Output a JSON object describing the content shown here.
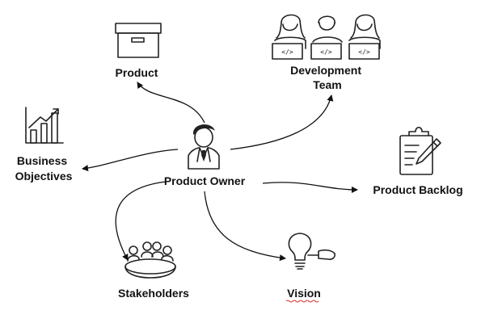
{
  "center": {
    "label": "Product Owner",
    "icon": "businessman-icon"
  },
  "nodes": [
    {
      "id": "product",
      "label_lines": [
        "Product"
      ],
      "icon": "box-icon"
    },
    {
      "id": "development-team",
      "label_lines": [
        "Development",
        "Team"
      ],
      "icon": "developers-icon"
    },
    {
      "id": "business-objectives",
      "label_lines": [
        "Business",
        "Objectives"
      ],
      "icon": "growth-chart-icon"
    },
    {
      "id": "product-backlog",
      "label_lines": [
        "Product Backlog"
      ],
      "icon": "clipboard-icon"
    },
    {
      "id": "stakeholders",
      "label_lines": [
        "Stakeholders"
      ],
      "icon": "meeting-table-icon"
    },
    {
      "id": "vision",
      "label_lines": [
        "Vision"
      ],
      "icon": "lightbulb-icon"
    }
  ],
  "colors": {
    "ink": "#111111",
    "background": "#ffffff",
    "spellcheck_underline": "#d9302c"
  }
}
